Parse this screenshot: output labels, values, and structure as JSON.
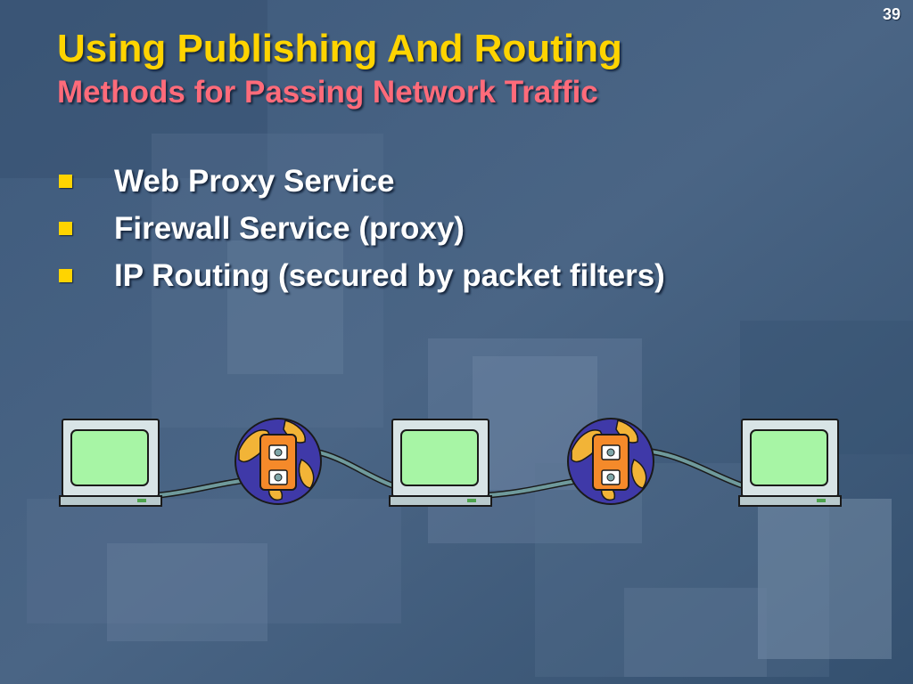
{
  "slide": {
    "page_number": "39",
    "title": "Using Publishing And Routing",
    "subtitle": "Methods for Passing Network Traffic"
  },
  "bullets": [
    {
      "text": "Web Proxy Service"
    },
    {
      "text": "Firewall Service (proxy)"
    },
    {
      "text": "IP Routing (secured by packet filters)"
    }
  ],
  "icons": {
    "computer": "monitor-icon",
    "connection": "globe-wall-jack-icon",
    "bullet": "square-bullet-icon"
  },
  "colors": {
    "title": "#ffd400",
    "subtitle": "#ff6b7a",
    "body_text": "#ffffff",
    "bullet": "#ffd400",
    "background": "#3b5677",
    "screen": "#a7f5a5",
    "globe_ocean": "#3f39a8",
    "globe_land": "#f2b437",
    "jack_plate": "#f58a2a"
  }
}
